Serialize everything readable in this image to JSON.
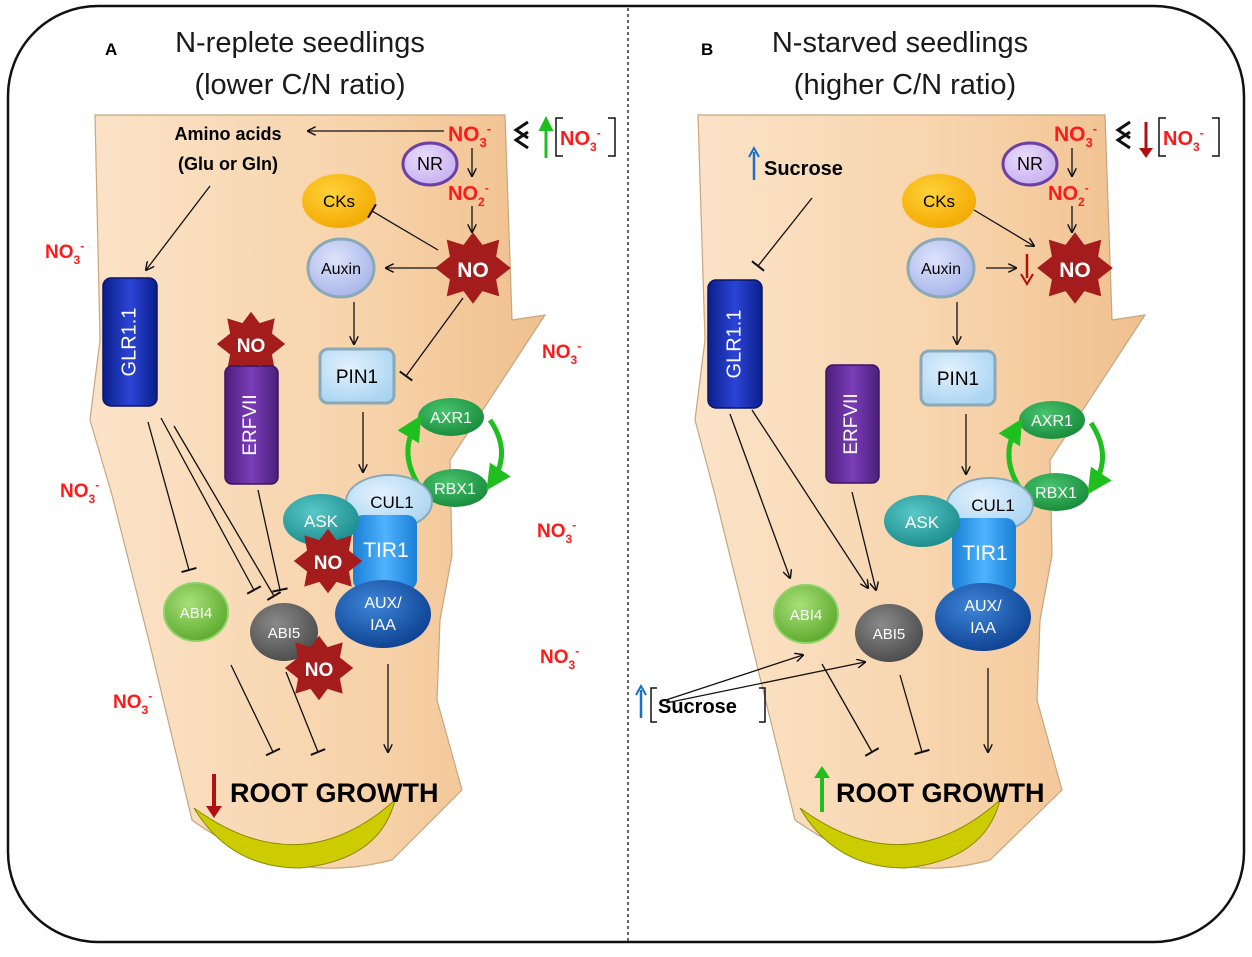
{
  "panel_a": {
    "label": "A",
    "title_line1": "N-replete seedlings",
    "title_line2": "(lower C/N ratio)",
    "amino_line1": "Amino acids",
    "amino_line2": "(Glu or Gln)",
    "no3": "NO",
    "no2": "NO",
    "sub3": "3",
    "sub2": "2",
    "charge": "-",
    "nr": "NR",
    "cks": "CKs",
    "auxin": "Auxin",
    "no": "NO",
    "glr": "GLR1.1",
    "erf": "ERFVII",
    "pin1": "PIN1",
    "axr1": "AXR1",
    "rbx1": "RBX1",
    "cul1": "CUL1",
    "ask": "ASK",
    "tir1": "TIR1",
    "aux1": "AUX/",
    "aux2": "IAA",
    "abi4": "ABI4",
    "abi5": "ABI5",
    "root_growth": "ROOT GROWTH"
  },
  "panel_b": {
    "label": "B",
    "title_line1": "N-starved seedlings",
    "title_line2": "(higher C/N ratio)",
    "sucrose": "Sucrose",
    "no3": "NO",
    "no2": "NO",
    "sub3": "3",
    "sub2": "2",
    "charge": "-",
    "nr": "NR",
    "cks": "CKs",
    "auxin": "Auxin",
    "no": "NO",
    "glr": "GLR1.1",
    "erf": "ERFVII",
    "pin1": "PIN1",
    "axr1": "AXR1",
    "rbx1": "RBX1",
    "cul1": "CUL1",
    "ask": "ASK",
    "tir1": "TIR1",
    "aux1": "AUX/",
    "aux2": "IAA",
    "abi4": "ABI4",
    "abi5": "ABI5",
    "root_growth": "ROOT GROWTH"
  },
  "colors": {
    "root_fill": "#f7d3aa",
    "root_tip": "#cccc00",
    "red_text": "#ff1a1a",
    "no_star": "#a51c1c",
    "up_green": "#1fbf1f",
    "down_red": "#b01010",
    "up_blue": "#1a6fc9"
  }
}
